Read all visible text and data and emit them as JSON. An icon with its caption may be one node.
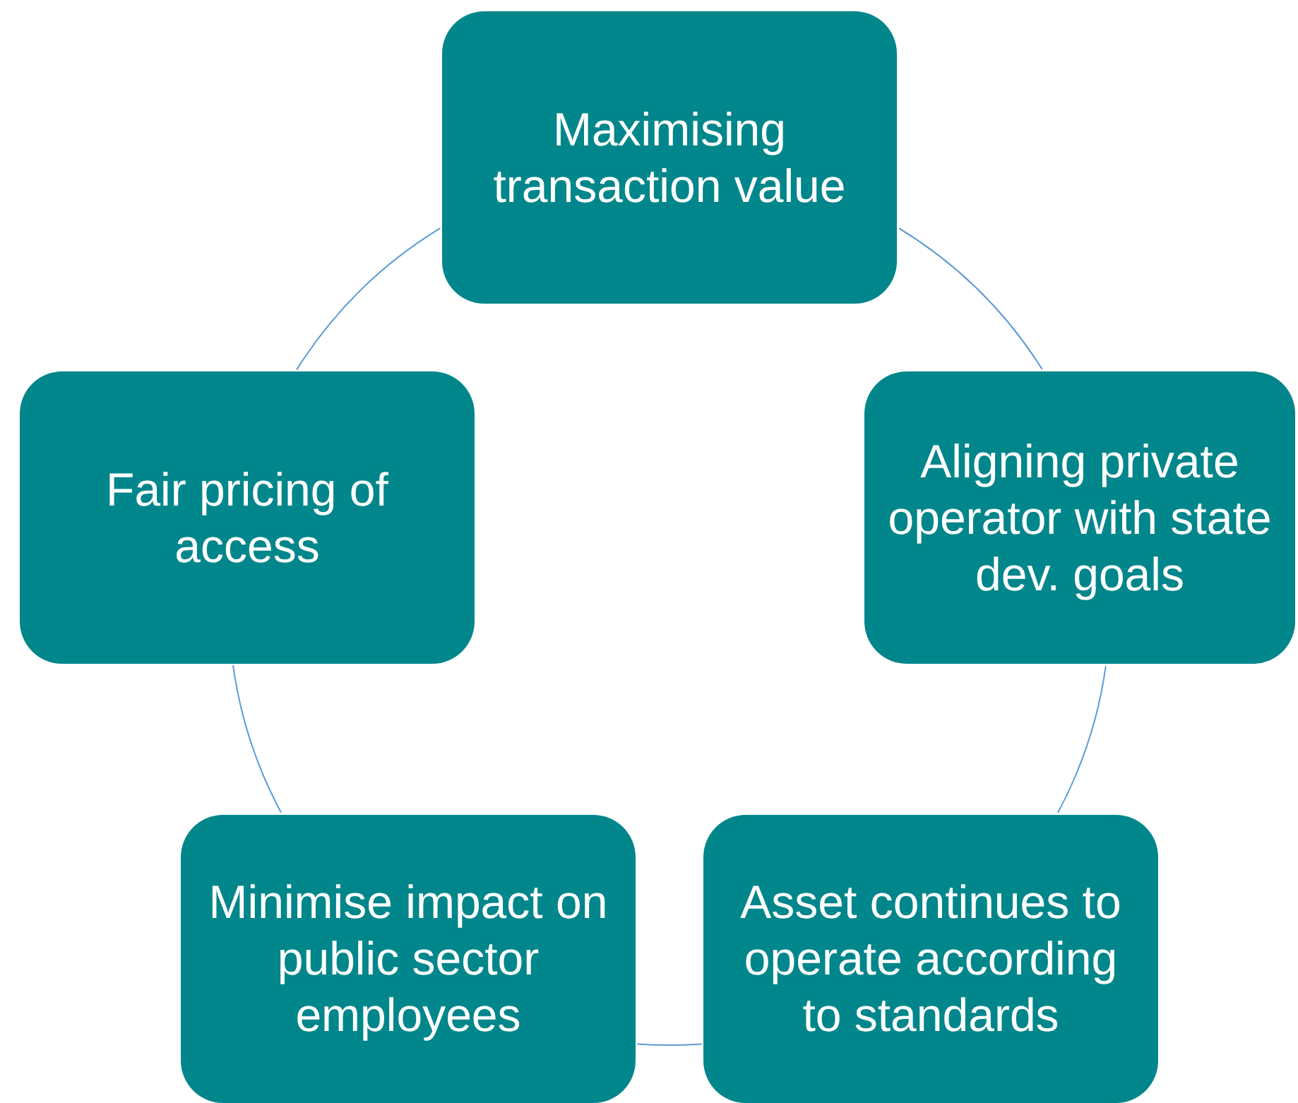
{
  "diagram": {
    "nodes": [
      {
        "text": [
          "Maximising transaction value"
        ]
      },
      {
        "text": [
          "Fair pricing of access"
        ]
      },
      {
        "text": [
          "Aligning private operator with state dev. goals"
        ]
      },
      {
        "text": [
          "Minimise impact on public sector employees"
        ]
      },
      {
        "text": [
          "Asset continues to operate according to standards"
        ]
      }
    ],
    "edges": [
      {
        "from": 0,
        "to": 2,
        "arrow": "none"
      },
      {
        "from": 2,
        "to": 4,
        "arrow": "none"
      },
      {
        "from": 4,
        "to": 3,
        "arrow": "none"
      },
      {
        "from": 3,
        "to": 1,
        "arrow": "none"
      },
      {
        "from": 1,
        "to": 0,
        "arrow": "none"
      }
    ]
  }
}
